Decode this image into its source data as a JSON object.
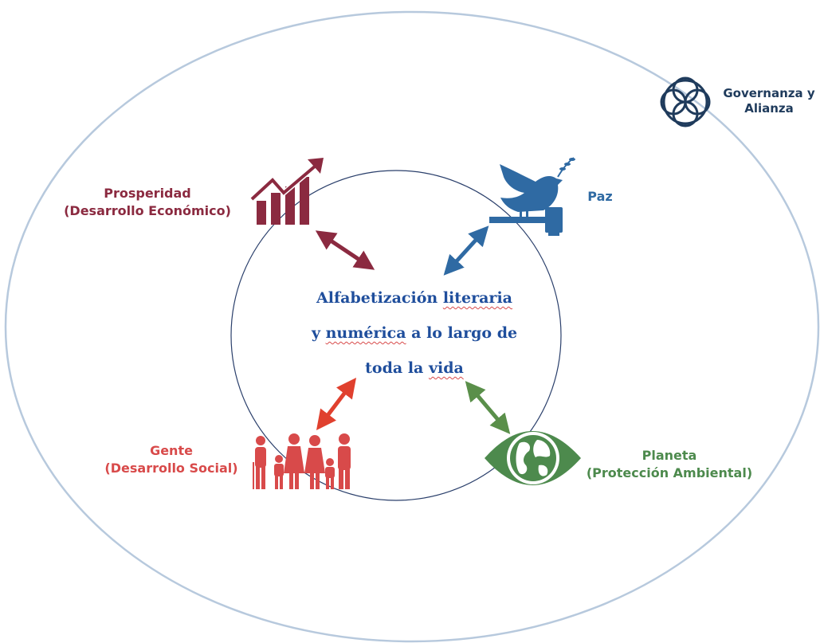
{
  "center": {
    "line1_a": "Alfabetización ",
    "line1_b": "literaria",
    "line2_a": "y ",
    "line2_b": "numérica",
    "line2_c": " a lo largo de",
    "line3_a": "toda la ",
    "line3_b": "vida"
  },
  "nodes": {
    "prosperidad": {
      "title": "Prosperidad",
      "subtitle": "(Desarrollo Económico)",
      "color": "#8b2a40",
      "icon": "growth-chart-icon"
    },
    "paz": {
      "title": "Paz",
      "color": "#2f6aa3",
      "icon": "dove-gavel-icon"
    },
    "gente": {
      "title": "Gente",
      "subtitle": "(Desarrollo Social)",
      "color": "#d84a4a",
      "icon": "family-icon"
    },
    "planeta": {
      "title": "Planeta",
      "subtitle": "(Protección Ambiental)",
      "color": "#4d8a4d",
      "icon": "globe-eye-icon"
    },
    "governanza": {
      "title": "Governanza y",
      "subtitle": "Alianza",
      "color": "#1f3b5c",
      "icon": "interlinked-circles-icon"
    }
  }
}
